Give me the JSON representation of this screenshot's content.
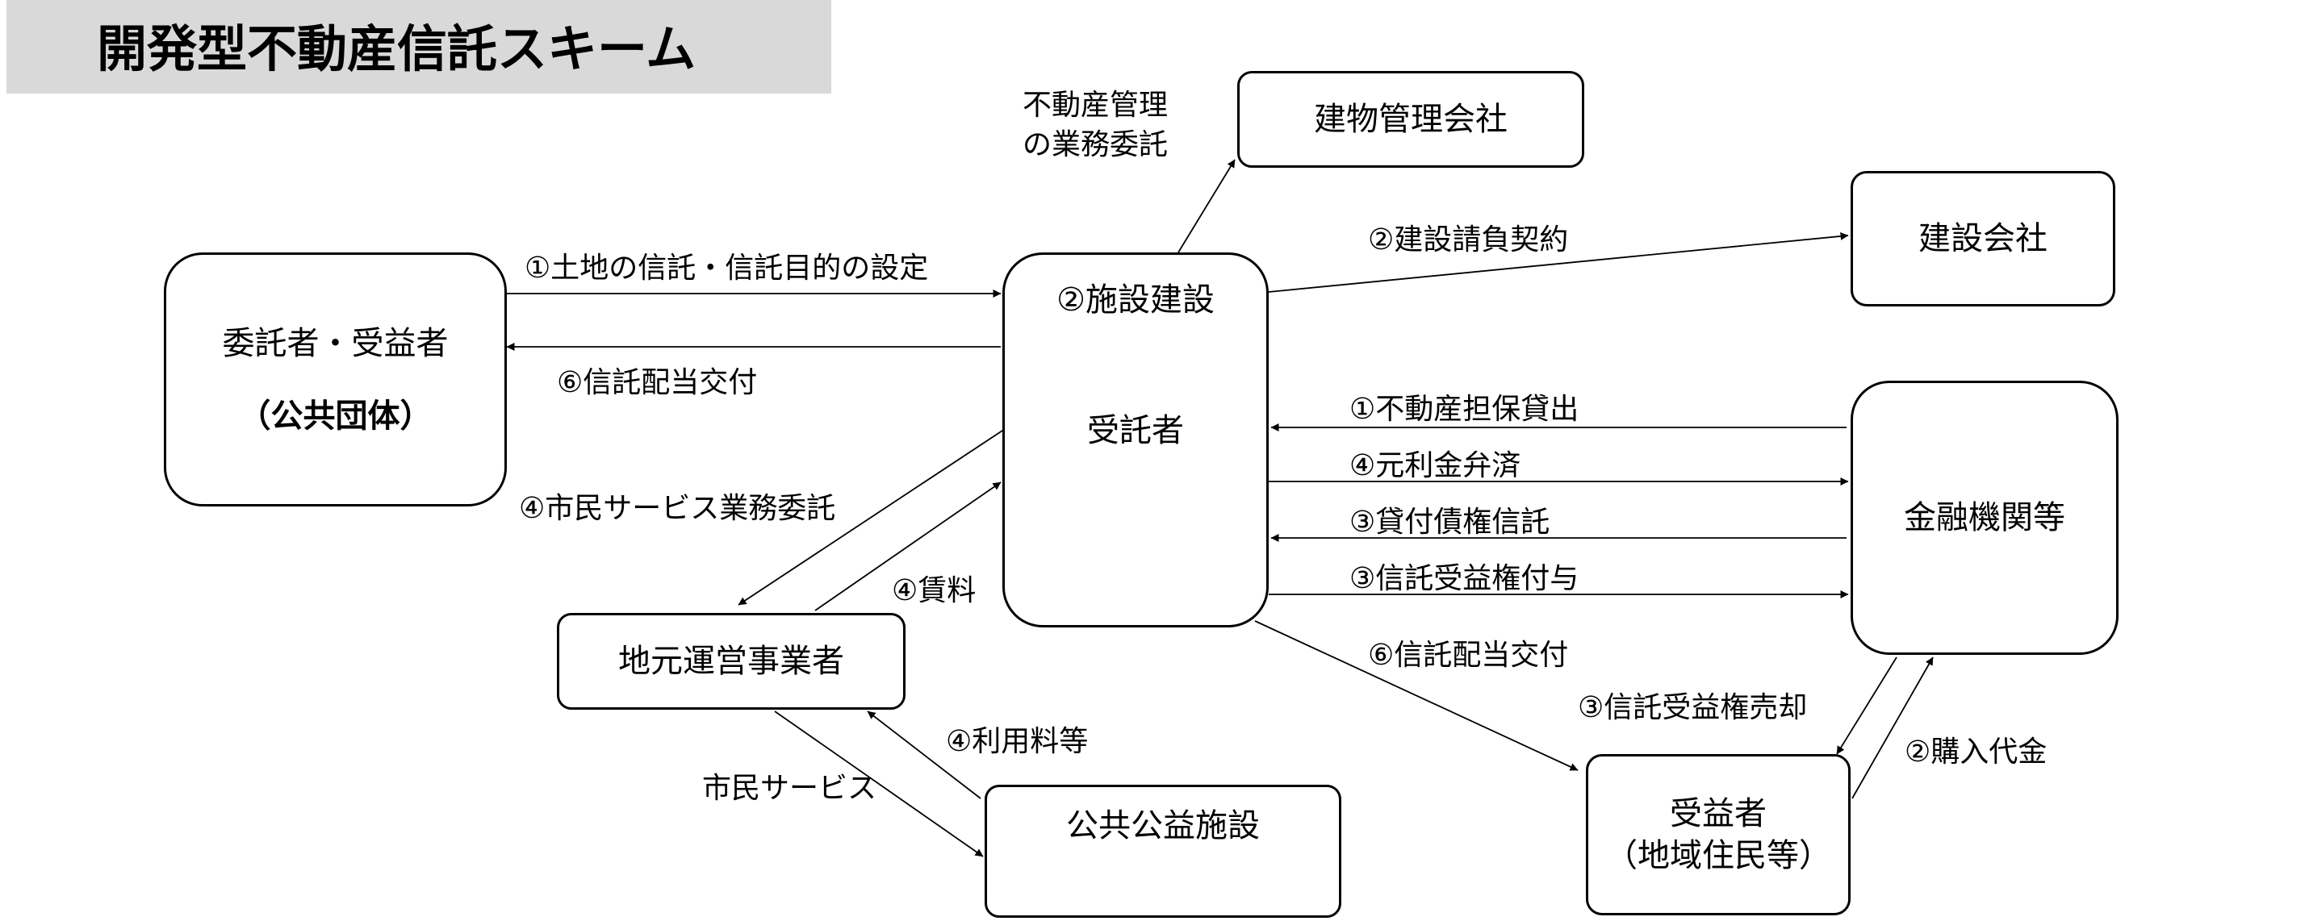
{
  "title": "開発型不動産信託スキーム",
  "boxes": {
    "trustor_line1": "委託者・受益者",
    "trustor_line2": "（公共団体）",
    "trustee_top": "②施設建設",
    "trustee_main": "受託者",
    "building_mgmt": "建物管理会社",
    "construction": "建設会社",
    "financial": "金融機関等",
    "local_operator": "地元運営事業者",
    "public_facility": "公共公益施設",
    "beneficiary_line1": "受益者",
    "beneficiary_line2": "（地域住民等）"
  },
  "labels": {
    "mgmt_delegation_line1": "不動産管理",
    "mgmt_delegation_line2": "の業務委託",
    "land_trust": "①土地の信託・信託目的の設定",
    "dividend_to_trustor": "⑥信託配当交付",
    "construction_contract": "②建設請負契約",
    "re_secured_loan": "①不動産担保貸出",
    "repayment": "④元利金弁済",
    "loan_claim_trust": "③貸付債権信託",
    "beneficial_right_grant": "③信託受益権付与",
    "dividend_to_beneficiary": "⑥信託配当交付",
    "beneficial_right_sale": "③信託受益権売却",
    "purchase_price": "②購入代金",
    "civic_service_delegation": "④市民サービス業務委託",
    "rent": "④賃料",
    "usage_fee": "④利用料等",
    "civic_service": "市民サービス"
  }
}
